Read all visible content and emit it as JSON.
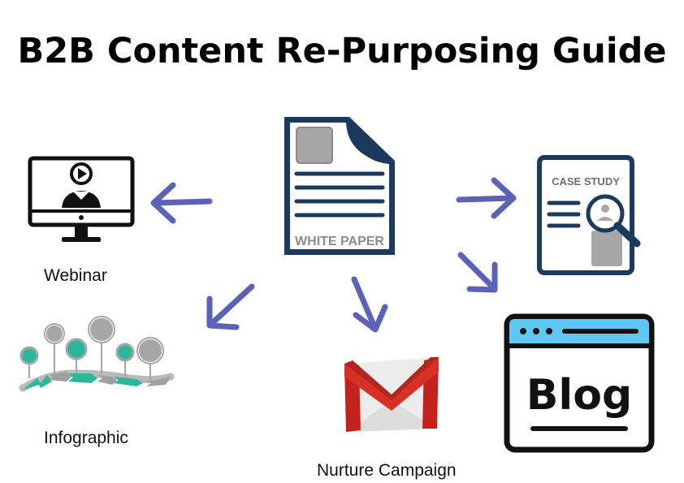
{
  "title": "B2B Content Re-Purposing Guide",
  "center": {
    "doc_label": "WHITE PAPER",
    "icon": "white-paper-document-icon"
  },
  "outputs": [
    {
      "id": "webinar",
      "label": "Webinar",
      "icon": "webinar-monitor-icon"
    },
    {
      "id": "infographic",
      "label": "Infographic",
      "icon": "infographic-timeline-icon"
    },
    {
      "id": "nurture",
      "label": "Nurture Campaign",
      "icon": "gmail-envelope-icon"
    },
    {
      "id": "case-study",
      "label": "",
      "card_text": "CASE STUDY",
      "icon": "case-study-magnifier-icon"
    },
    {
      "id": "blog",
      "label": "",
      "window_text": "Blog",
      "icon": "blog-browser-window-icon"
    }
  ],
  "colors": {
    "arrow": "#5b63b8",
    "doc_navy": "#1c3a5e",
    "teal": "#2bb79a",
    "gray": "#a6a6a6",
    "gmail_red": "#d93025",
    "browser_blue": "#5ec8f2"
  }
}
